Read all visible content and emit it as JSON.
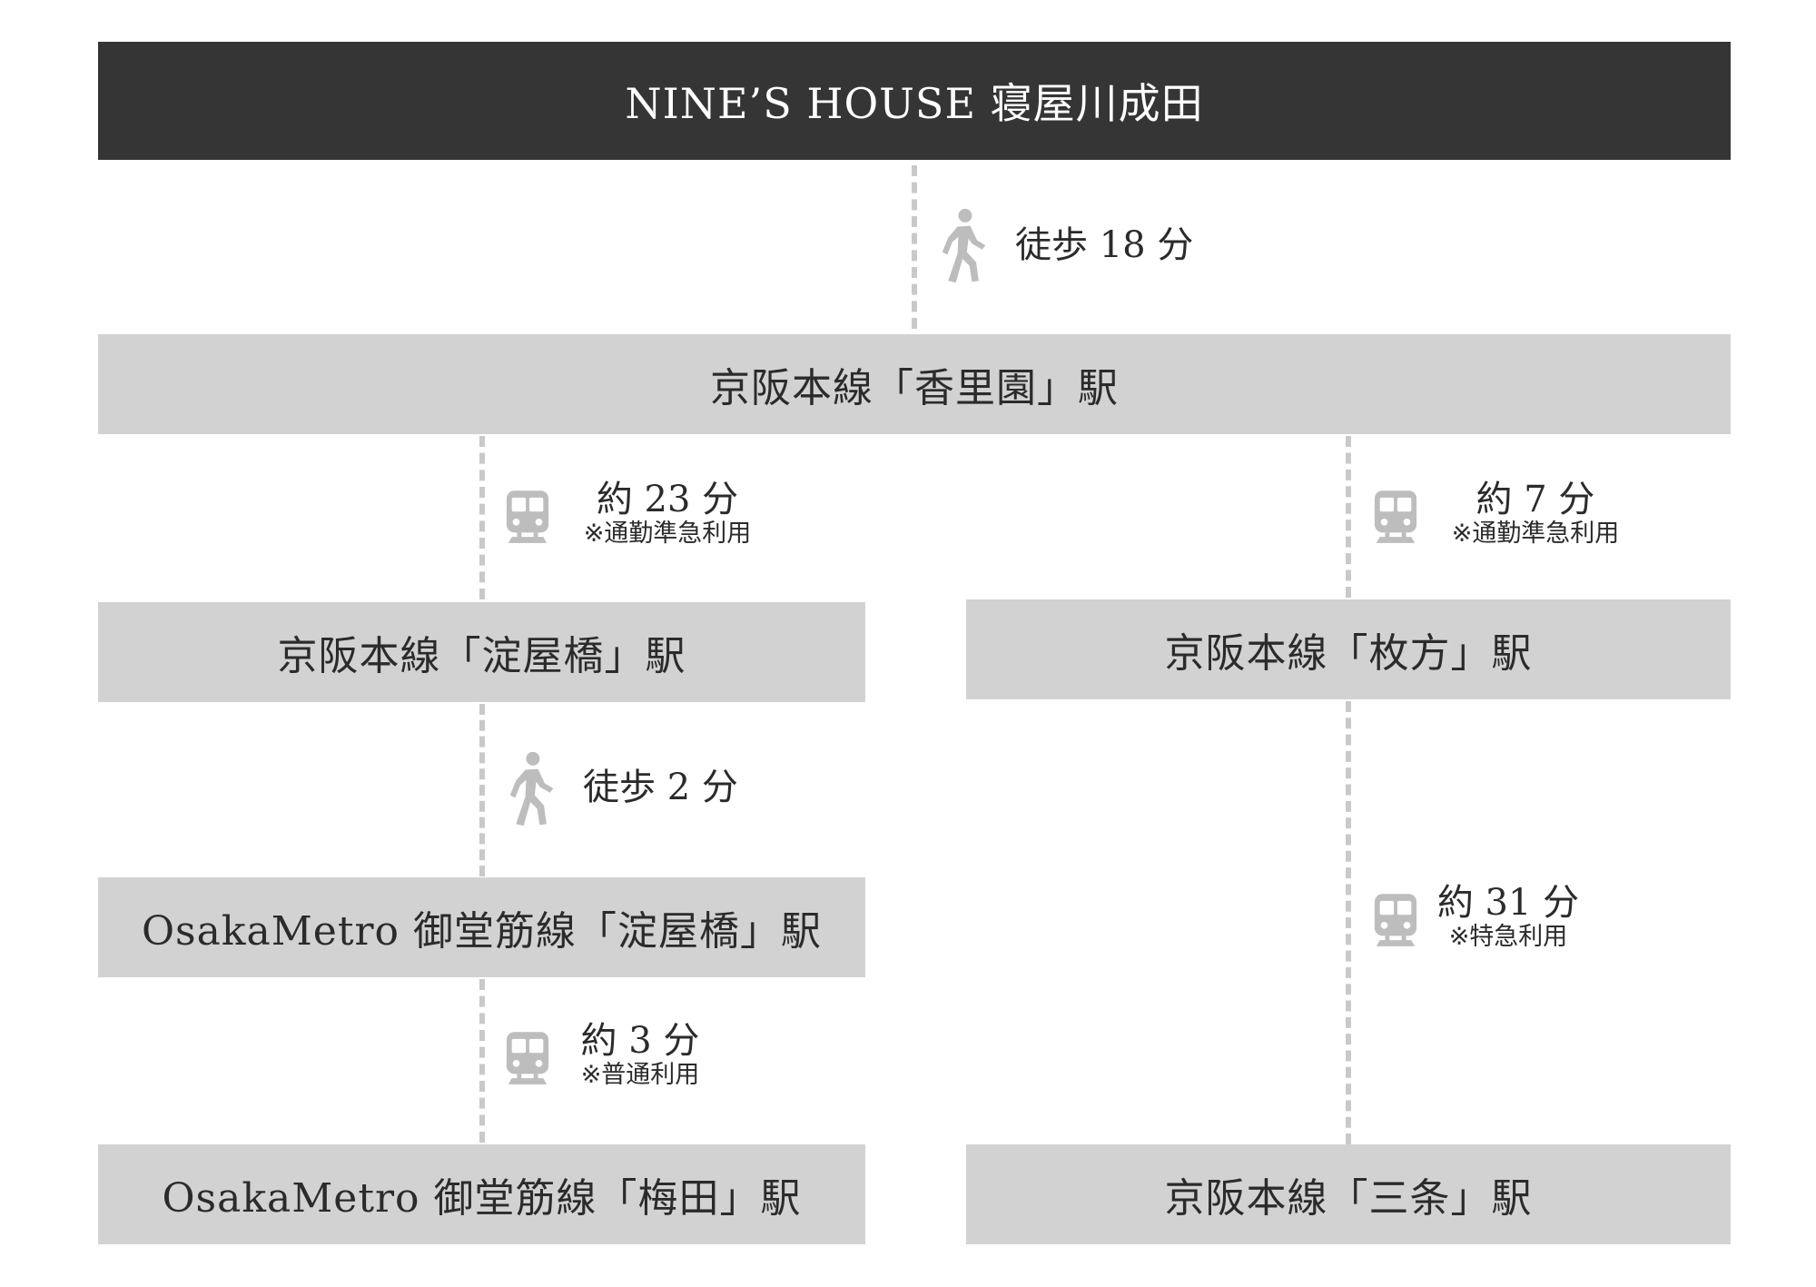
{
  "colors": {
    "dark_box": "#353535",
    "station_box": "#d2d2d2",
    "dash": "#c9c9c9",
    "icon": "#bdbdbd"
  },
  "title": "NINE’S HOUSE 寝屋川成田",
  "stations": {
    "korien": "京阪本線「香里園」駅",
    "yodoyabashi_keihan": "京阪本線「淀屋橋」駅",
    "hirakata": "京阪本線「枚方」駅",
    "yodoyabashi_metro": "OsakaMetro 御堂筋線「淀屋橋」駅",
    "umeda_metro": "OsakaMetro 御堂筋線「梅田」駅",
    "sanjo": "京阪本線「三条」駅"
  },
  "routes": {
    "walk_to_korien": {
      "icon": "walking-person-icon",
      "time": "徒歩 18 分"
    },
    "train_to_yodoyabashi": {
      "icon": "train-icon",
      "time": "約 23 分",
      "note": "※通勤準急利用"
    },
    "train_to_hirakata": {
      "icon": "train-icon",
      "time": "約 7 分",
      "note": "※通勤準急利用"
    },
    "walk_to_metro": {
      "icon": "walking-person-icon",
      "time": "徒歩 2 分"
    },
    "train_to_sanjo": {
      "icon": "train-icon",
      "time": "約 31 分",
      "note": "※特急利用"
    },
    "train_to_umeda": {
      "icon": "train-icon",
      "time": "約 3 分",
      "note": "※普通利用"
    }
  }
}
